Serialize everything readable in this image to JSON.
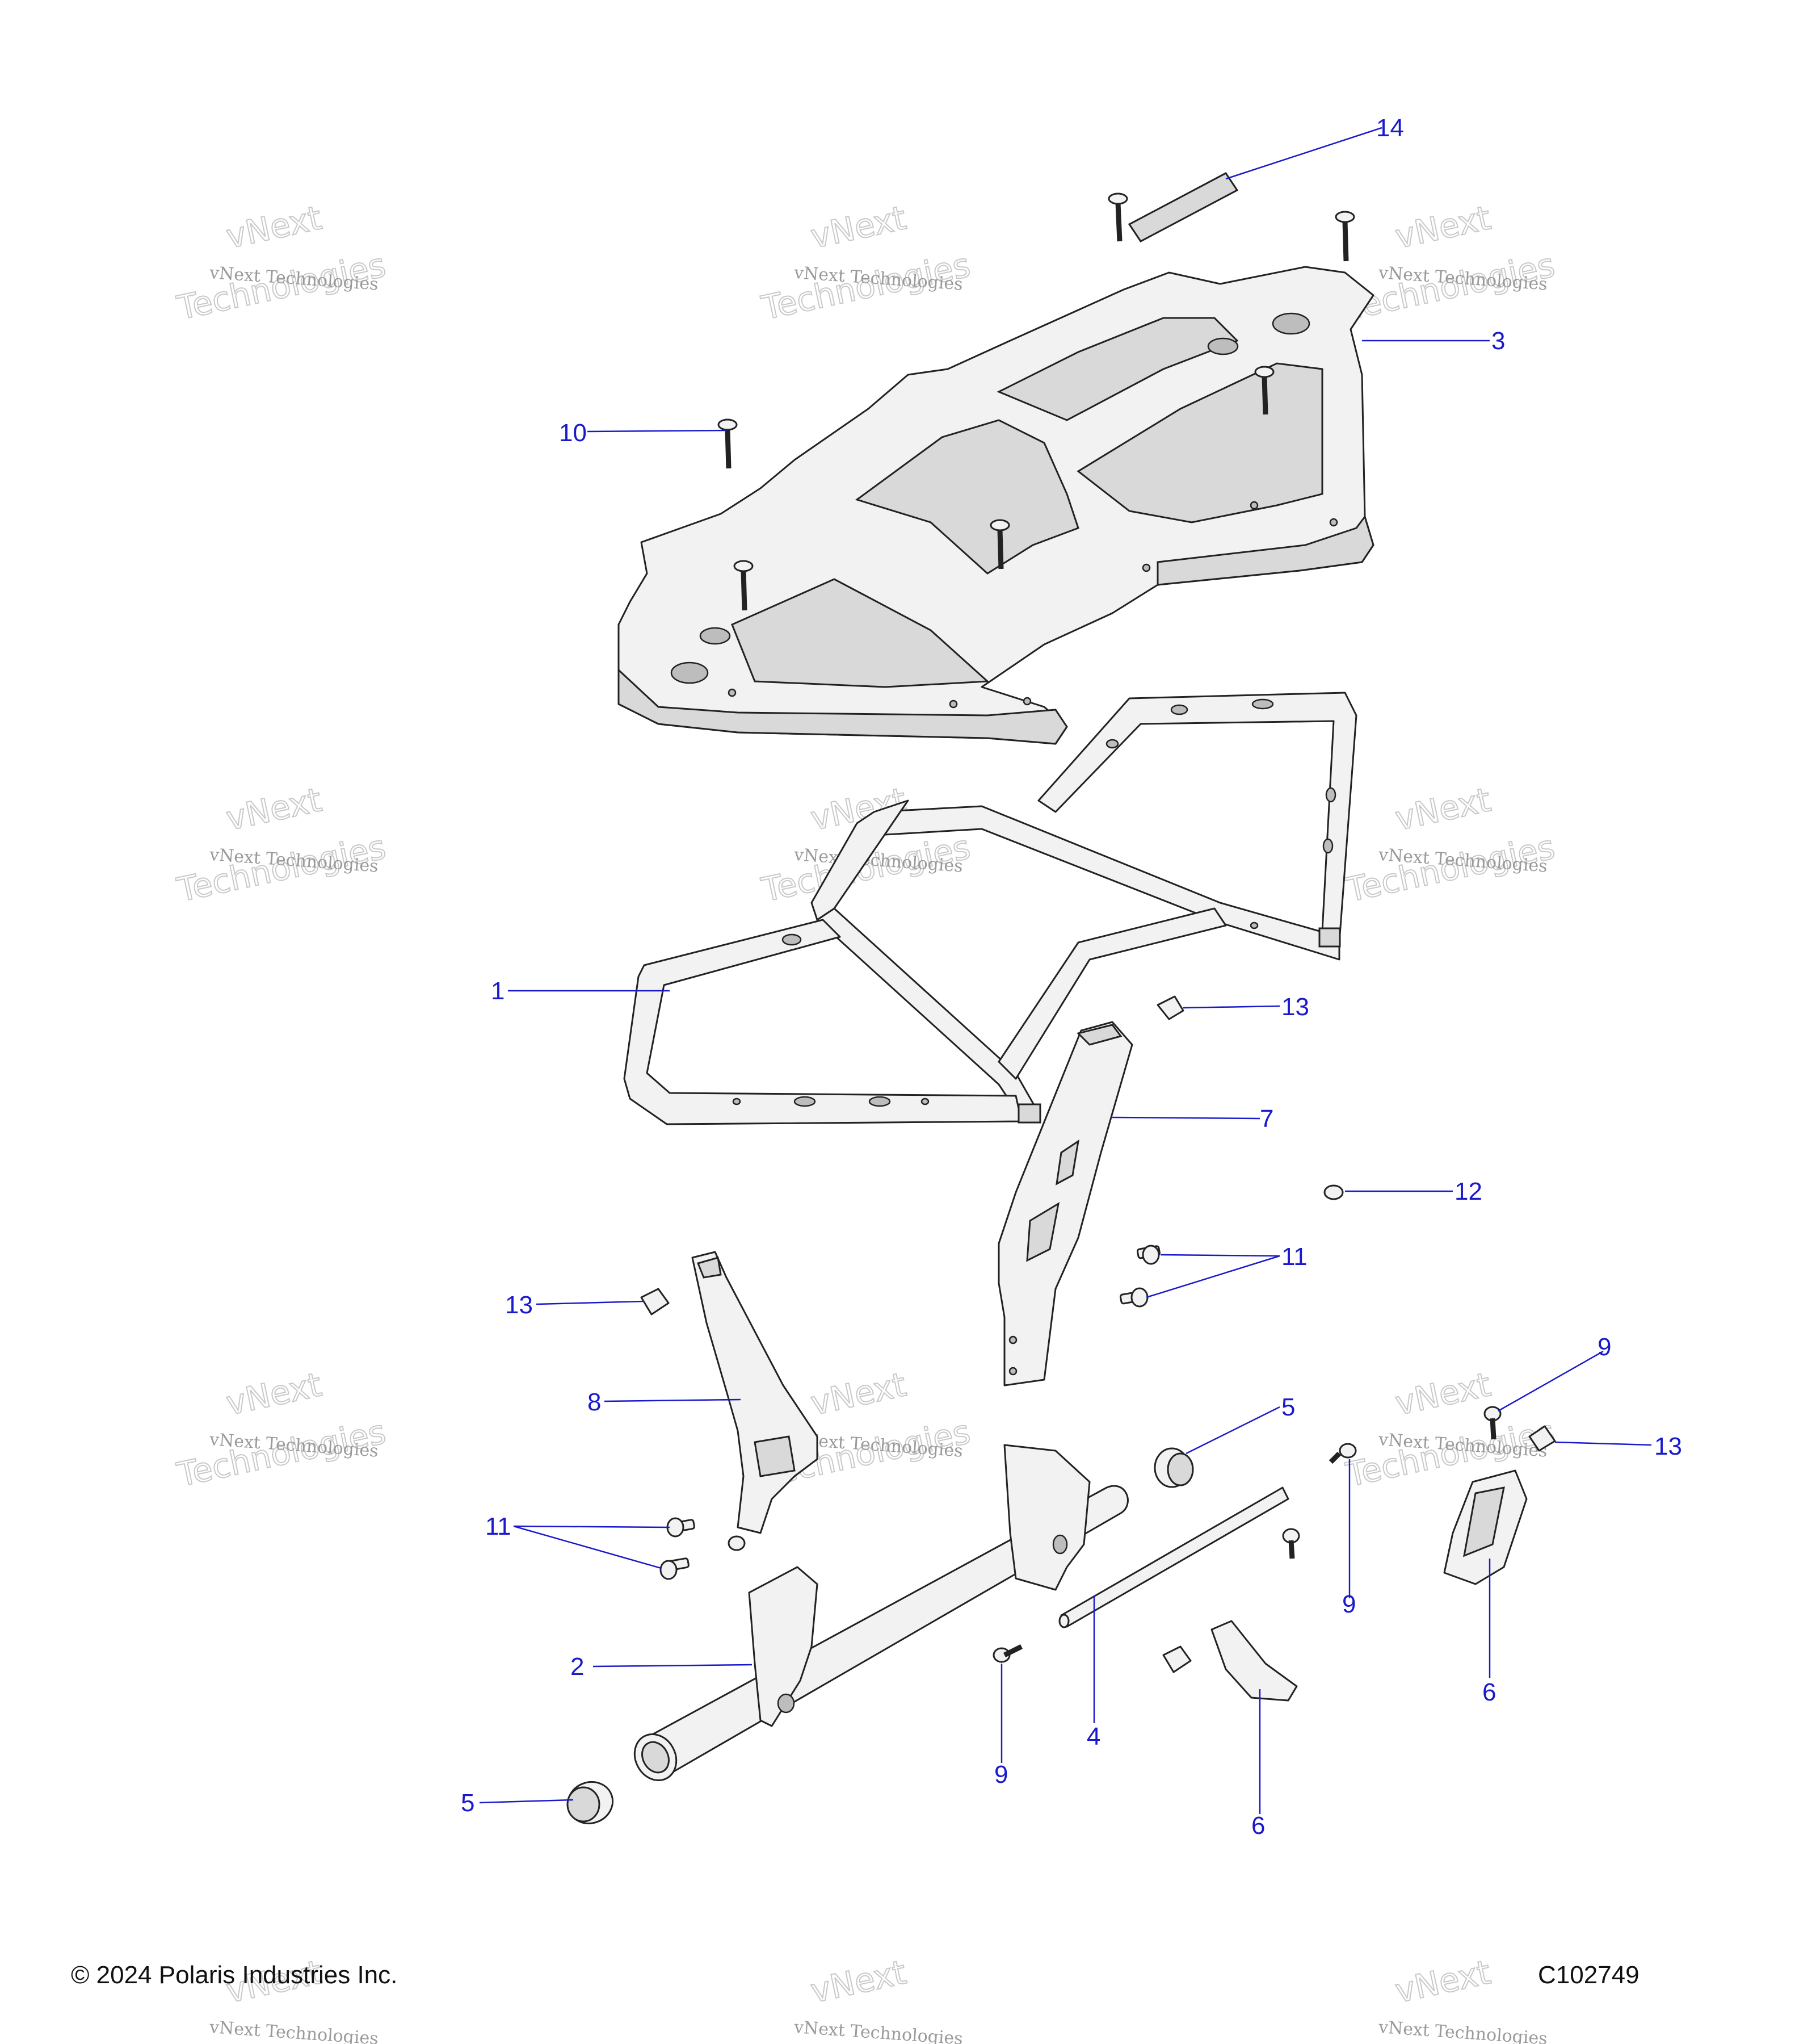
{
  "diagram": {
    "callouts": {
      "c1": "1",
      "c2": "2",
      "c3": "3",
      "c4": "4",
      "c5a": "5",
      "c5b": "5",
      "c6a": "6",
      "c6b": "6",
      "c7": "7",
      "c8": "8",
      "c9a": "9",
      "c9b": "9",
      "c9c": "9",
      "c10": "10",
      "c11a": "11",
      "c11b": "11",
      "c12": "12",
      "c13a": "13",
      "c13b": "13",
      "c13c": "13",
      "c14": "14"
    },
    "watermark": {
      "small": "vNext Technologies",
      "large1": "vNext",
      "large2": "Technologies"
    }
  },
  "footer": {
    "copyright": "© 2024 Polaris Industries Inc.",
    "code": "C102749"
  },
  "colors": {
    "callout": "#1a1acc",
    "line": "#222222",
    "fill": "#f2f2f2"
  }
}
